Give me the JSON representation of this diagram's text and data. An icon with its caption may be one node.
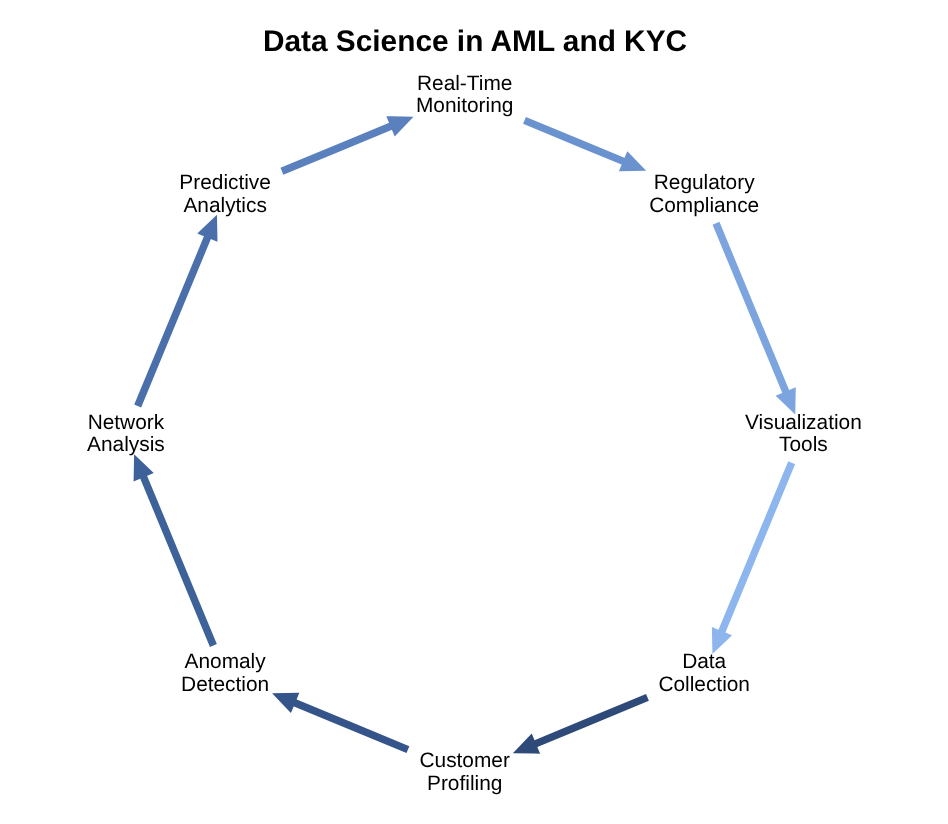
{
  "diagram": {
    "title": "Data Science in AML and KYC",
    "nodes": [
      {
        "text": [
          "Data Collection"
        ]
      },
      {
        "text": [
          "Customer Profiling"
        ]
      },
      {
        "text": [
          "Anomaly Detection"
        ]
      },
      {
        "text": [
          "Network Analysis"
        ]
      },
      {
        "text": [
          "Predictive Analytics"
        ]
      },
      {
        "text": [
          "Real-Time Monitoring"
        ]
      },
      {
        "text": [
          "Regulatory Compliance"
        ]
      },
      {
        "text": [
          "Visualization Tools"
        ]
      }
    ],
    "edges": [
      {
        "from": 0,
        "to": 1,
        "arrow": "to",
        "color": "#2e4a78"
      },
      {
        "from": 1,
        "to": 2,
        "arrow": "to",
        "color": "#35558a"
      },
      {
        "from": 2,
        "to": 3,
        "arrow": "to",
        "color": "#3d6199"
      },
      {
        "from": 3,
        "to": 4,
        "arrow": "to",
        "color": "#4a6fab"
      },
      {
        "from": 4,
        "to": 5,
        "arrow": "to",
        "color": "#5a80bd"
      },
      {
        "from": 5,
        "to": 6,
        "arrow": "to",
        "color": "#6a92cf"
      },
      {
        "from": 6,
        "to": 7,
        "arrow": "to",
        "color": "#7ca5e0"
      },
      {
        "from": 7,
        "to": 0,
        "arrow": "to",
        "color": "#8db6ee"
      }
    ]
  }
}
